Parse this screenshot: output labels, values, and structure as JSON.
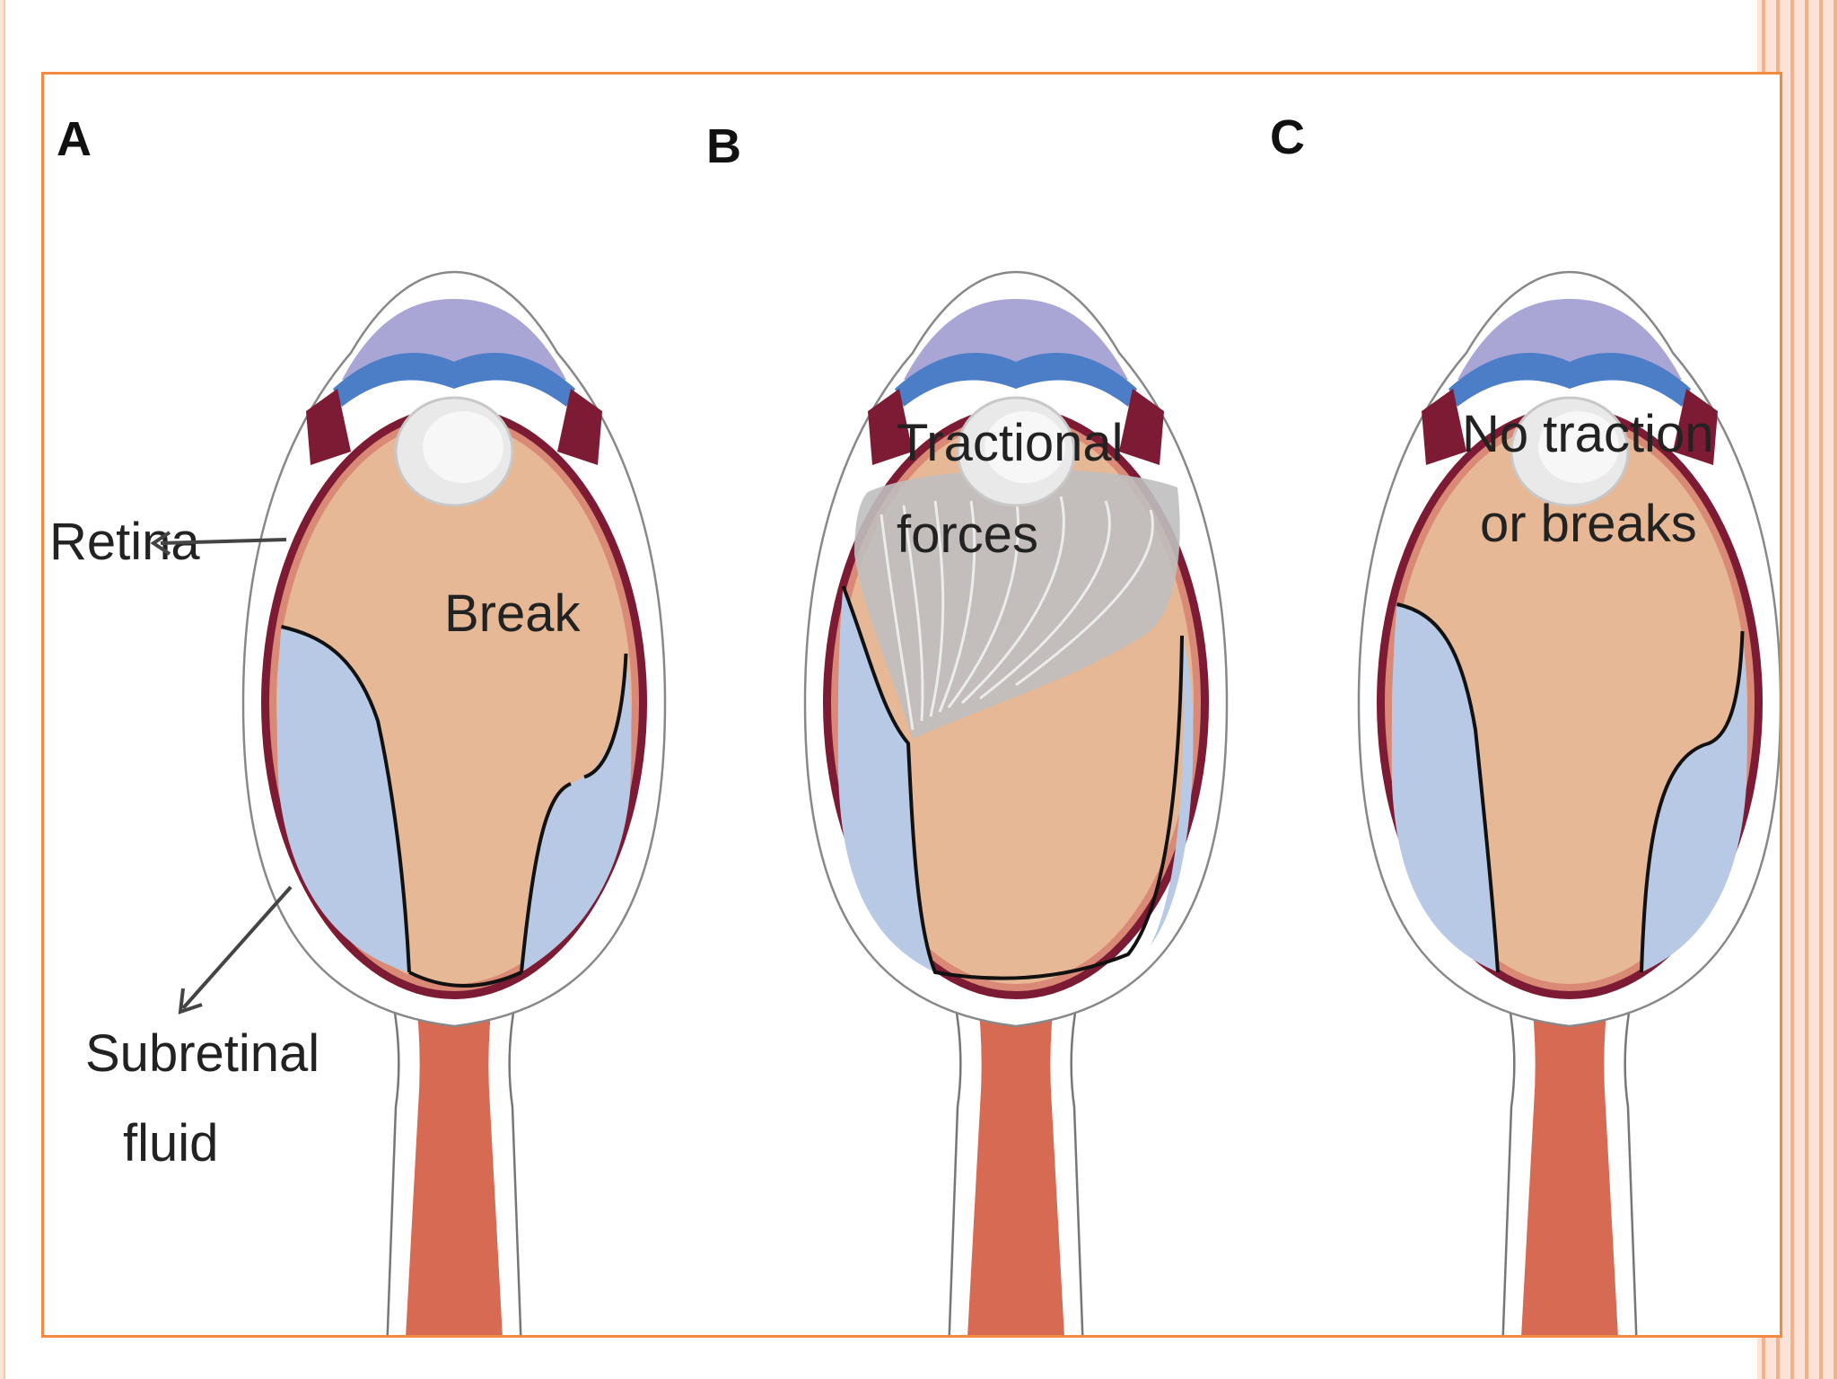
{
  "colors": {
    "frame_border": "#f28a44",
    "vitreous": "#e7b896",
    "subretinal_fluid": "#b7c9e5",
    "choroid": "#7c1b33",
    "sclera": "#ffffff",
    "optic_nerve": "#d66a52",
    "traction": "#bfbfbf"
  },
  "panels": [
    {
      "letter": "A",
      "labels": {
        "retina": "Retina",
        "break": "Break",
        "fluid_line1": "Subretinal",
        "fluid_line2": "fluid"
      }
    },
    {
      "letter": "B",
      "labels": {
        "traction_line1": "Tractional",
        "traction_line2": "forces"
      }
    },
    {
      "letter": "C",
      "labels": {
        "none_line1": "No traction",
        "none_line2": "or breaks"
      }
    }
  ]
}
